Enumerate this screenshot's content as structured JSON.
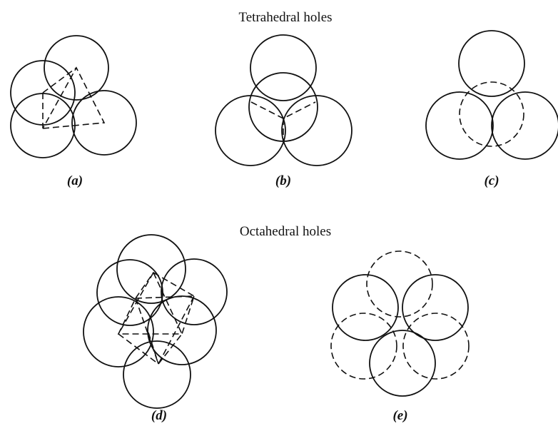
{
  "figure": {
    "tetrahedral_title": "Tetrahedral holes",
    "octahedral_title": "Octahedral holes",
    "panels": [
      {
        "id": "a",
        "label": "(a)"
      },
      {
        "id": "b",
        "label": "(b)"
      },
      {
        "id": "c",
        "label": "(c)"
      },
      {
        "id": "d",
        "label": "(d)"
      },
      {
        "id": "e",
        "label": "(e)"
      }
    ]
  }
}
